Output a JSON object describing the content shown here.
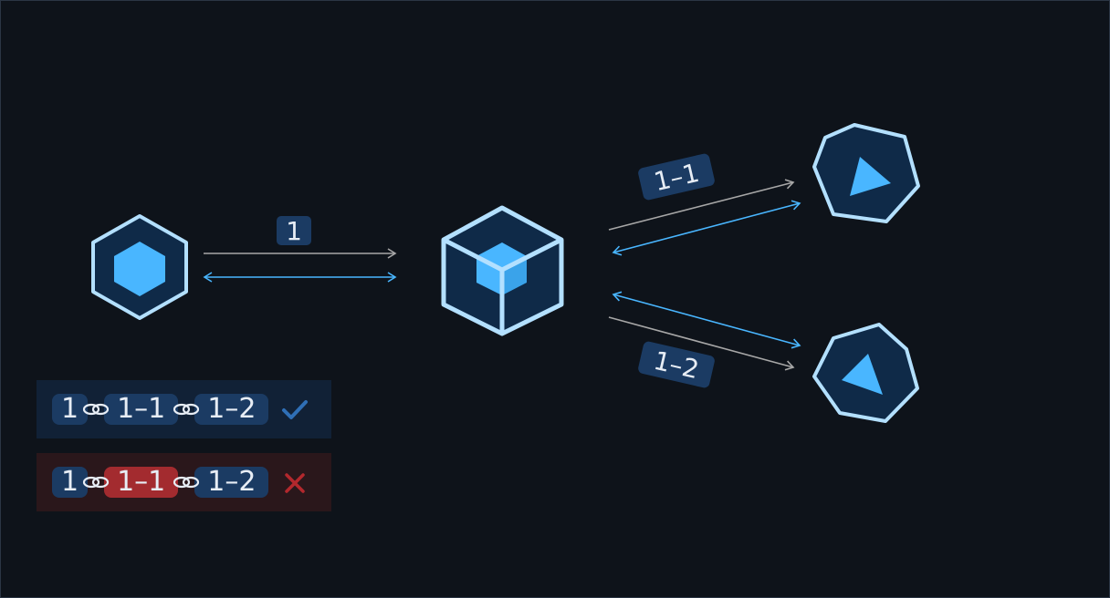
{
  "edges": {
    "e1": "1",
    "e11": "1–1",
    "e12": "1–2"
  },
  "chains": [
    {
      "items": [
        "1",
        "1–1",
        "1–2"
      ],
      "status": "ok",
      "status_icon": "check-icon"
    },
    {
      "items": [
        "1",
        "1–1",
        "1–2"
      ],
      "status": "error",
      "status_icon": "cross-icon"
    }
  ],
  "colors": {
    "background": "#0e131a",
    "node_fill": "#0f2a48",
    "node_stroke": "#b3e0ff",
    "accent": "#49b6ff",
    "arrow_gray": "#a7a7a7",
    "chip": "#1b3b63",
    "chip_error": "#a32b2f",
    "check": "#2f6fb6",
    "cross": "#b3282d"
  }
}
